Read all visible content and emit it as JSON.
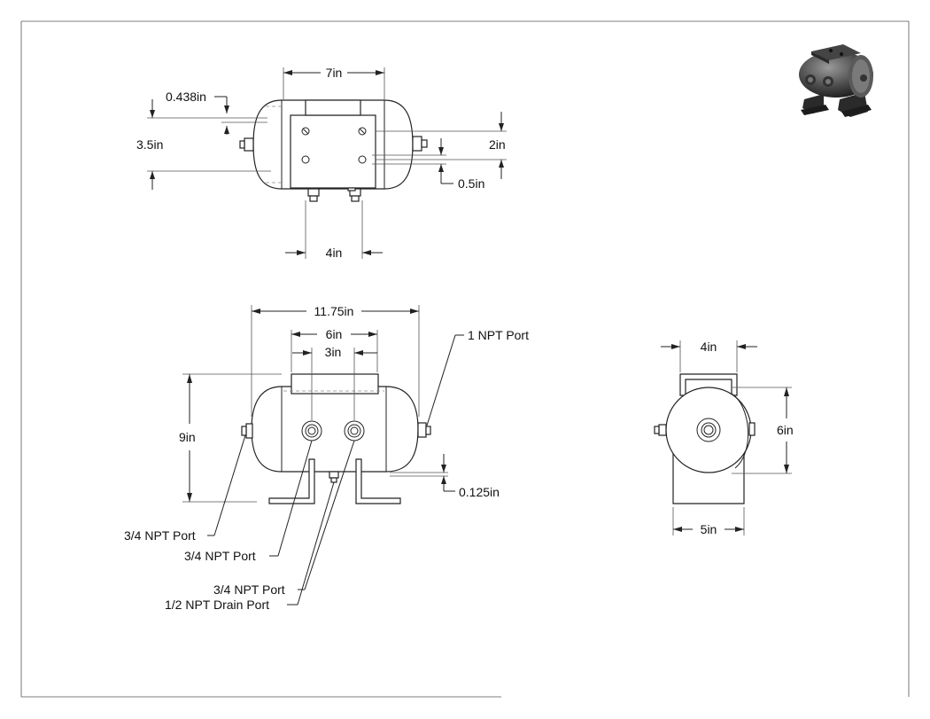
{
  "views": {
    "top": {
      "dims": {
        "length": "7in",
        "wall": "0.438in",
        "diameter": "3.5in",
        "hole_spacing_v": "2in",
        "hole_offset": "0.5in",
        "port_spacing": "4in"
      }
    },
    "front": {
      "dims": {
        "overall_length": "11.75in",
        "bracket_spacing": "6in",
        "port_spacing": "3in",
        "height": "9in",
        "clearance": "0.125in"
      },
      "callouts": {
        "outlet": "1 NPT Port",
        "end_port": "3/4 NPT Port",
        "side_port_left": "3/4 NPT Port",
        "side_port_right": "3/4 NPT Port",
        "drain": "1/2 NPT Drain Port"
      }
    },
    "side": {
      "dims": {
        "bracket_width": "4in",
        "height": "6in",
        "base_width": "5in"
      }
    }
  }
}
